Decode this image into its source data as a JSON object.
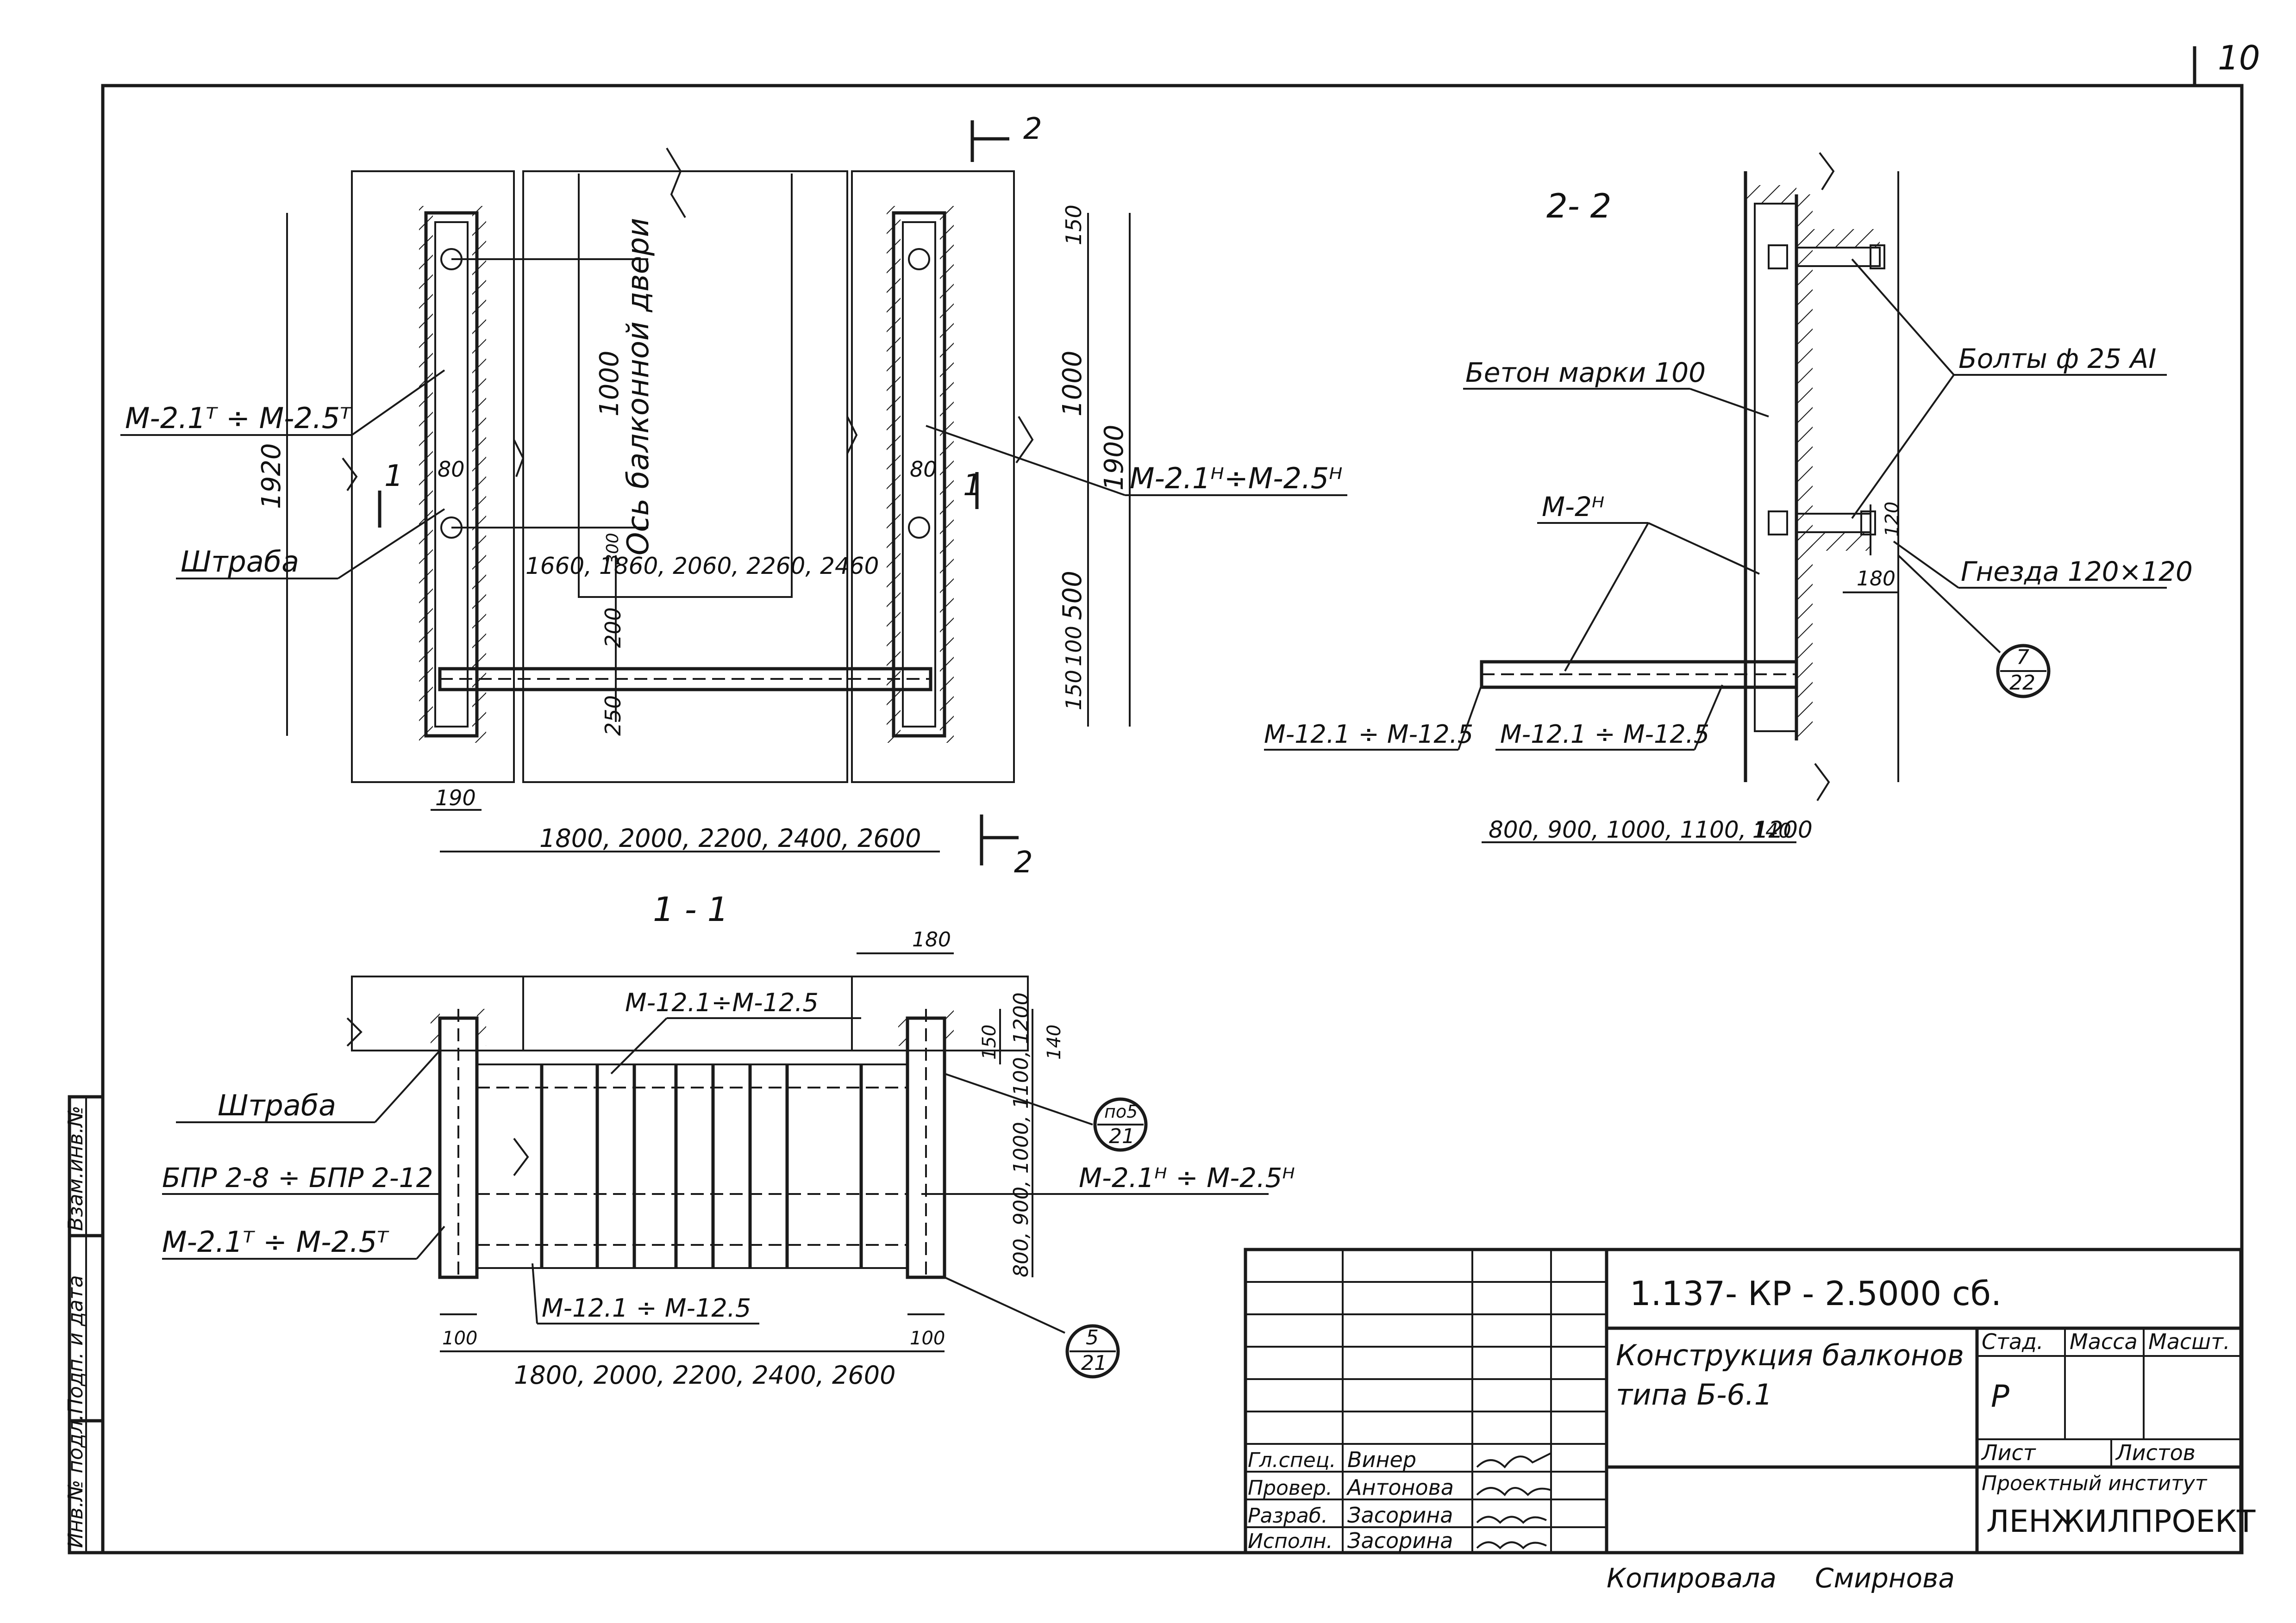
{
  "sheet": {
    "number": "10",
    "copied_by_label": "Копировала",
    "copied_by_name": "Смирнова"
  },
  "side_stamp": {
    "cells": [
      "Инв.№ подл.",
      "Подп. и дата",
      "Взам.инв.№"
    ]
  },
  "plan_view": {
    "labels": {
      "wall_panel_left": "М-2.1ᵀ ÷ М-2.5ᵀ",
      "wall_panel_right": "М-2.1ᴴ÷М-2.5ᴴ",
      "groove": "Штраба",
      "door_axis": "Ось балконной двери",
      "section_1": "1",
      "section_2": "2"
    },
    "dims": {
      "d1920": "1920",
      "d1900": "1900",
      "d1000_left": "1000",
      "d1000_right": "1000",
      "d150_top": "150",
      "d500": "500",
      "d150_mid": "150",
      "d100": "100",
      "d80_left": "80",
      "d80_right": "80",
      "d200": "200",
      "d250": "250",
      "d190": "190",
      "d300": "300",
      "door_widths": "1660, 1860, 2060, 2260, 2460",
      "total_widths": "1800, 2000, 2200, 2400, 2600"
    }
  },
  "section_2_2": {
    "title": "2- 2",
    "labels": {
      "concrete": "Бетон марки 100",
      "bolts": "Болты ф 25 АI",
      "bracket": "М-2ᴴ",
      "slab_left": "М-12.1 ÷ М-12.5",
      "slab_right": "М-12.1 ÷ М-12.5",
      "sockets": "Гнезда 120×120"
    },
    "dims": {
      "d120": "120",
      "d180": "180",
      "slab_lengths": "800, 900, 1000, 1100, 1200",
      "d140": "140"
    },
    "callout": {
      "top": "7",
      "bottom": "22"
    }
  },
  "section_1_1": {
    "title": "1 - 1",
    "labels": {
      "groove": "Штраба",
      "fence": "БПР 2-8 ÷ БПР 2-12",
      "post_left": "М-2.1ᵀ ÷ М-2.5ᵀ",
      "post_right": "М-2.1ᴴ ÷ М-2.5ᴴ",
      "slab_top": "М-12.1÷М-12.5",
      "slab_bottom": "М-12.1 ÷ М-12.5"
    },
    "dims": {
      "d180": "180",
      "d150": "150",
      "d140": "140",
      "heights": "800, 900, 1000, 1100, 1200",
      "d100_left": "100",
      "d100_right": "100",
      "total_widths": "1800, 2000, 2200, 2400, 2600"
    },
    "callout_a": {
      "top": "по5",
      "bottom": "21"
    },
    "callout_b": {
      "top": "5",
      "bottom": "21"
    }
  },
  "title_block": {
    "code": "1.137- КР - 2.5000 сб.",
    "title_line1": "Конструкция балконов",
    "title_line2": "типа Б-6.1",
    "stage_header": "Стад.",
    "mass_header": "Масса",
    "scale_header": "Масшт.",
    "stage_value": "Р",
    "sheet_label": "Лист",
    "sheets_label": "Листов",
    "institute_label": "Проектный институт",
    "institute_name": "ЛЕНЖИЛПРОЕКТ",
    "roles": [
      {
        "role": "Гл.спец.",
        "name": "Винер"
      },
      {
        "role": "Провер.",
        "name": "Антонова"
      },
      {
        "role": "Разраб.",
        "name": "Засорина"
      },
      {
        "role": "Исполн.",
        "name": "Засорина"
      }
    ]
  }
}
